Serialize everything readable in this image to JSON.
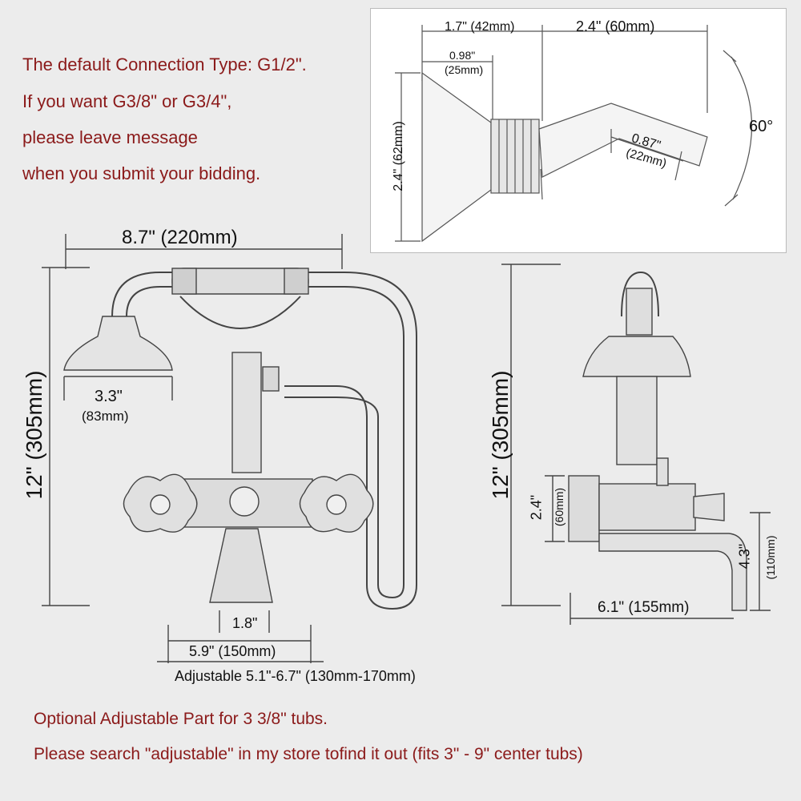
{
  "notes": {
    "line1": "The default Connection Type: G1/2\".",
    "line2": "If you want G3/8\" or G3/4\",",
    "line3": "please leave message",
    "line4": "when you submit your bidding.",
    "bottom1": "Optional Adjustable Part for 3 3/8\" tubs.",
    "bottom2a": "Please search \"adjustable\" in my store to",
    "bottom2b": "find it out (fits 3\" - 9\" center tubs)"
  },
  "inset": {
    "dim_top_left": "1.7\" (42mm)",
    "dim_top_right": "2.4\" (60mm)",
    "dim_inner_in": "0.98\"",
    "dim_inner_mm": "(25mm)",
    "dim_height": "2.4\" (62mm)",
    "angle": "60°",
    "dim_tip_in": "0.87\"",
    "dim_tip_mm": "(22mm)"
  },
  "front": {
    "width": "8.7\" (220mm)",
    "height": "12\" (305mm)",
    "head_in": "3.3\"",
    "head_mm": "(83mm)",
    "base": "1.8\"",
    "center": "5.9\" (150mm)",
    "adjustable": "Adjustable 5.1\"-6.7\" (130mm-170mm)"
  },
  "side": {
    "height": "12\" (305mm)",
    "plate_in": "2.4\"",
    "plate_mm": "(60mm)",
    "spout_in": "4.3\"",
    "spout_mm": "(110mm)",
    "reach": "6.1\" (155mm)"
  }
}
